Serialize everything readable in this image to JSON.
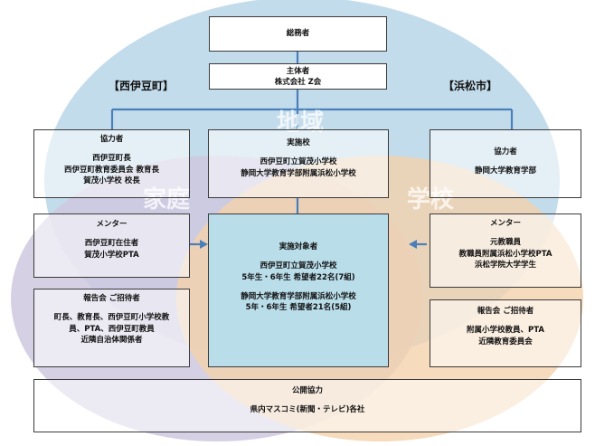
{
  "regions": {
    "left": "【西伊豆町】",
    "right": "【浜松市】"
  },
  "zones": {
    "community": "地域",
    "home": "家庭",
    "school": "学校"
  },
  "colors": {
    "community_circle": "#c3dceb",
    "home_circle": "#cfc8df",
    "school_circle": "#f4d2ad",
    "center_box": "#b9dde9",
    "connector": "#4a7fba"
  },
  "boxes": {
    "secretariat": {
      "title": "総務者"
    },
    "organizer": {
      "title": "主体者",
      "lines": [
        "株式会社 Z会"
      ]
    },
    "left_cooperators": {
      "title": "協力者",
      "lines": [
        "西伊豆町長",
        "西伊豆町教育委員会 教育長",
        "賀茂小学校 校長"
      ]
    },
    "implementing_schools": {
      "title": "実施校",
      "lines": [
        "西伊豆町立賀茂小学校",
        "静岡大学教育学部附属浜松小学校"
      ]
    },
    "right_cooperators": {
      "title": "協力者",
      "lines": [
        "静岡大学教育学部"
      ]
    },
    "left_mentors": {
      "title": "メンター",
      "lines": [
        "西伊豆町在住者",
        "賀茂小学校PTA"
      ]
    },
    "participants": {
      "title": "実施対象者",
      "group1": [
        "西伊豆町立賀茂小学校",
        "5年生・6年生 希望者22名(7組)"
      ],
      "group2": [
        "静岡大学教育学部附属浜松小学校",
        "5年・6年生 希望者21名(5組)"
      ]
    },
    "right_mentors": {
      "title": "メンター",
      "lines": [
        "元教職員",
        "教職員附属浜松小学校PTA",
        "浜松学院大学学生"
      ]
    },
    "left_invitees": {
      "title": "報告会 ご招待者",
      "lines": [
        "町長、教育長、西伊豆町小学校教",
        "員、PTA、西伊豆町教員",
        "近隣自治体関係者"
      ]
    },
    "right_invitees": {
      "title": "報告会 ご招待者",
      "lines": [
        "附属小学校教員、PTA",
        "近隣教育委員会"
      ]
    },
    "public_cooperation": {
      "title": "公開協力",
      "lines": [
        "県内マスコミ(新聞・テレビ)各社"
      ]
    }
  }
}
